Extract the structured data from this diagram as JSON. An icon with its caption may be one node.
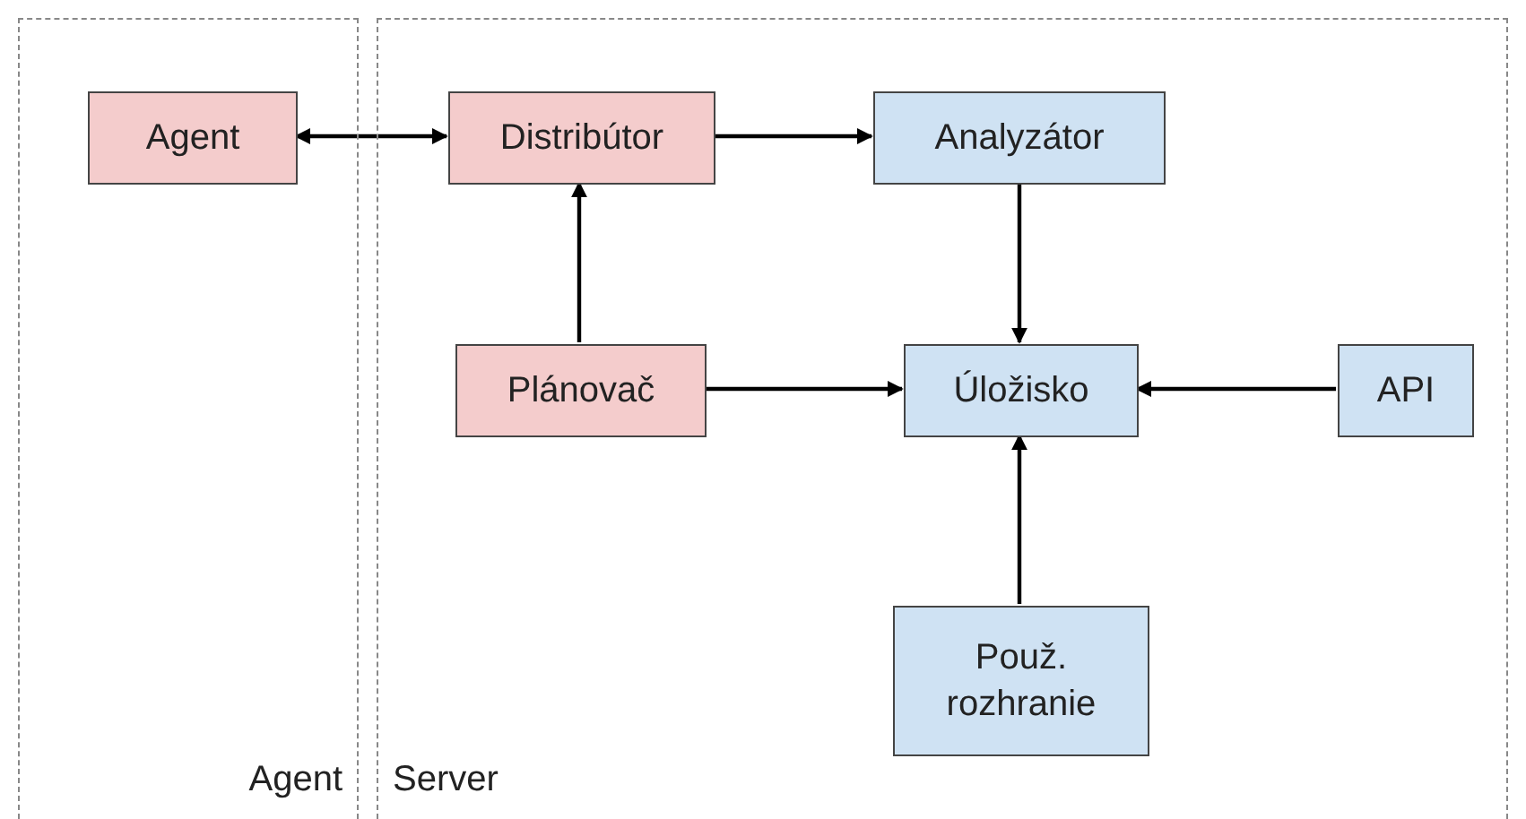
{
  "diagram": {
    "nodes": [
      {
        "text": [
          "Agent"
        ]
      },
      {
        "text": [
          "Server"
        ]
      },
      {
        "text": [
          "Agent"
        ],
        "in": 0
      },
      {
        "text": [
          "Distribútor"
        ],
        "in": 1
      },
      {
        "text": [
          "Analyzátor"
        ],
        "in": 1
      },
      {
        "text": [
          "Plánovač"
        ],
        "in": 1
      },
      {
        "text": [
          "Úložisko"
        ],
        "in": 1
      },
      {
        "text": [
          "API"
        ],
        "in": 1
      },
      {
        "text": [
          "Použ. rozhranie"
        ],
        "in": 1
      }
    ],
    "edges": [
      {
        "from": 2,
        "to": 3,
        "arrow": "both"
      },
      {
        "from": 3,
        "to": 4,
        "arrow": "to"
      },
      {
        "from": 4,
        "to": 6,
        "arrow": "to"
      },
      {
        "from": 5,
        "to": 3,
        "arrow": "to"
      },
      {
        "from": 5,
        "to": 6,
        "arrow": "to"
      },
      {
        "from": 7,
        "to": 6,
        "arrow": "to"
      },
      {
        "from": 8,
        "to": 6,
        "arrow": "to"
      }
    ]
  }
}
